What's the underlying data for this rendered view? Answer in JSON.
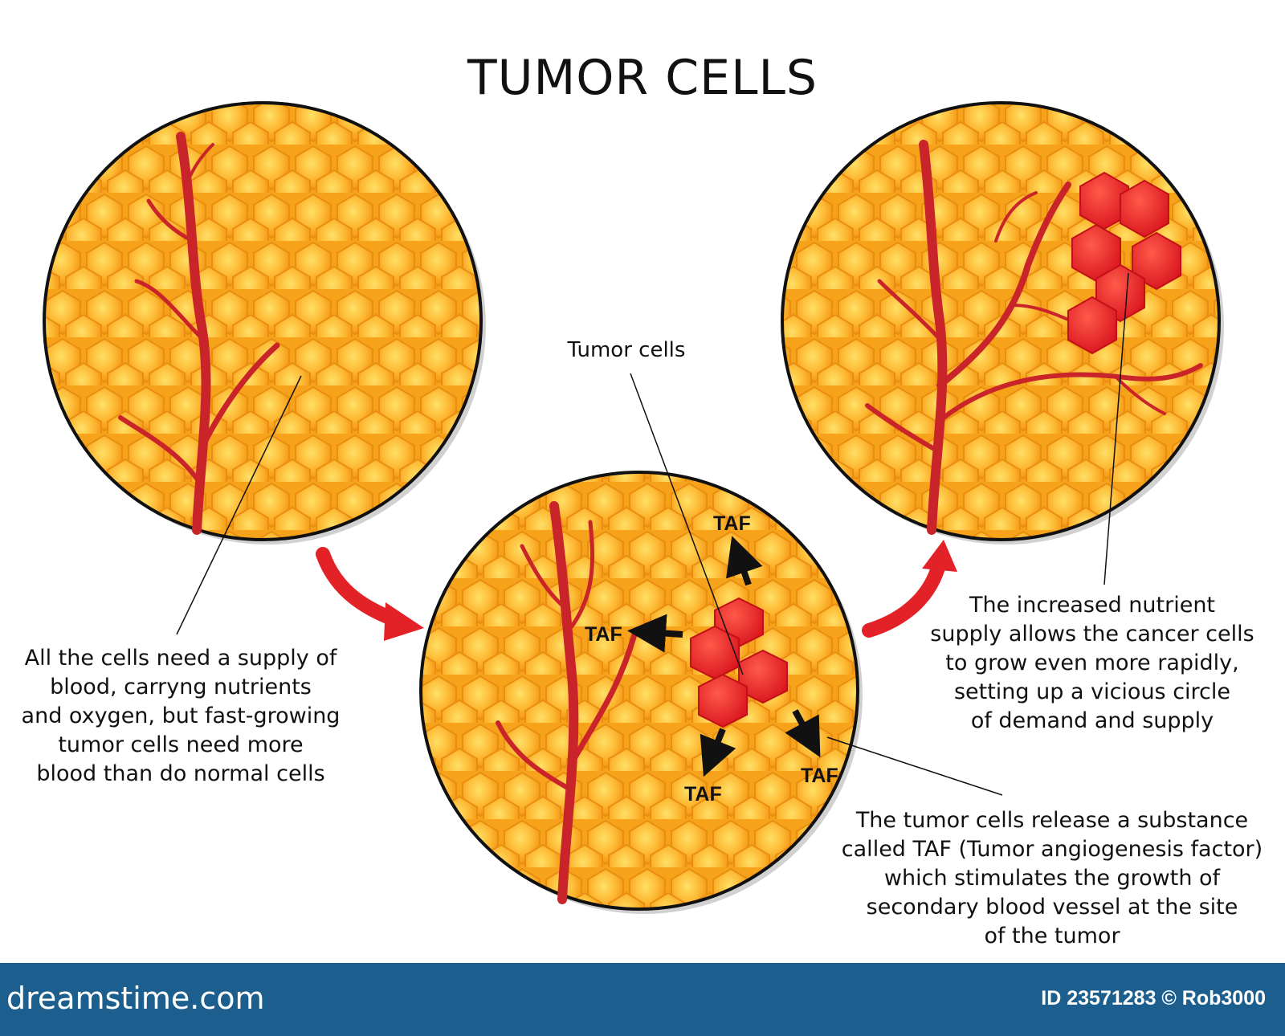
{
  "title": "TUMOR CELLS",
  "captions": {
    "left": "All the cells need a supply of\nblood, carryng nutrients\nand oxygen, but fast-growing\ntumor cells need more\nblood than do normal cells",
    "middle_label": "Tumor cells",
    "right": "The increased nutrient\nsupply allows the cancer cells\nto grow even more rapidly,\nsetting up a vicious circle\nof demand and supply",
    "bottom": "The tumor cells release a substance\ncalled TAF (Tumor angiogenesis factor)\nwhich stimulates the growth of\nsecondary blood vessel at the site\nof the tumor"
  },
  "taf_labels": [
    "TAF",
    "TAF",
    "TAF",
    "TAF"
  ],
  "colors": {
    "cell_fill": "#fdb833",
    "cell_dark": "#f19a14",
    "vessel": "#c9242a",
    "tumor": "#e8262e",
    "arrow_red": "#e32228",
    "footer_bg": "#1c5f8e"
  },
  "footer": {
    "logo": "dreamstime.com",
    "id": "ID 23571283 © Rob3000"
  }
}
